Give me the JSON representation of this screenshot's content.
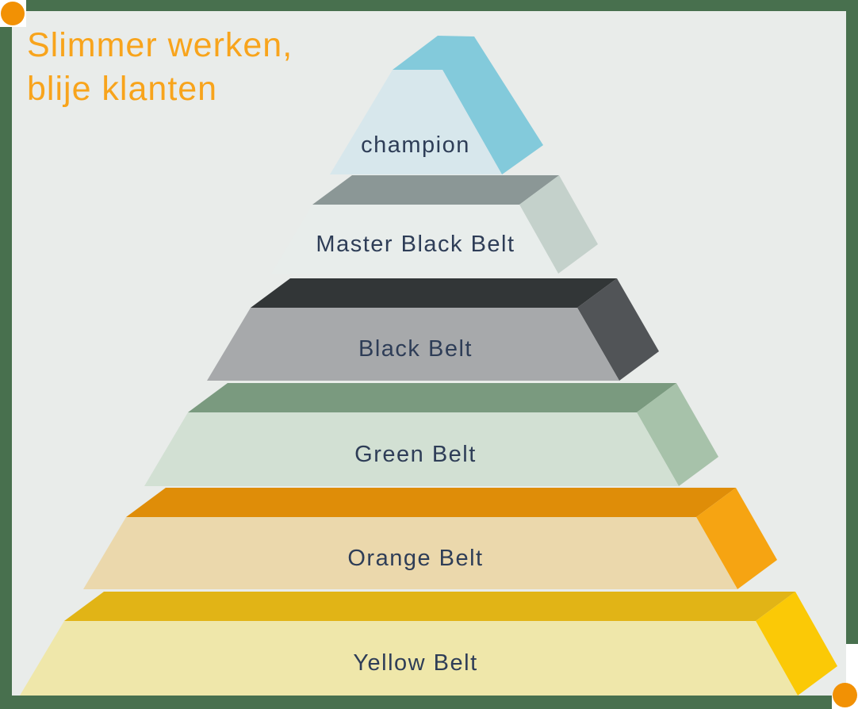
{
  "page": {
    "background_color": "#48704E",
    "panel_color": "#E9ECEA",
    "corner_patch_color": "#FFFFFF",
    "corner_dot_color": "#F29104"
  },
  "title": {
    "line1": "Slimmer werken,",
    "line2": "blije klanten",
    "color": "#F8A41C"
  },
  "pyramid": {
    "label_color": "#2E3D57",
    "levels": [
      {
        "label": "champion",
        "front": "#D7E7EC",
        "side": "#83CADB",
        "top": ""
      },
      {
        "label": "Master Black Belt",
        "front": "#E8EDEB",
        "side": "#C4D1CB",
        "top": "#8B9796"
      },
      {
        "label": "Black Belt",
        "front": "#A7A9AB",
        "side": "#515457",
        "top": "#323637"
      },
      {
        "label": "Green Belt",
        "front": "#D2E0D3",
        "side": "#A7C2AA",
        "top": "#7A9A7F"
      },
      {
        "label": "Orange Belt",
        "front": "#EBD8AC",
        "side": "#F6A412",
        "top": "#DF8D08"
      },
      {
        "label": "Yellow Belt",
        "front": "#EFE7AA",
        "side": "#FBC906",
        "top": "#E1B416"
      }
    ]
  }
}
